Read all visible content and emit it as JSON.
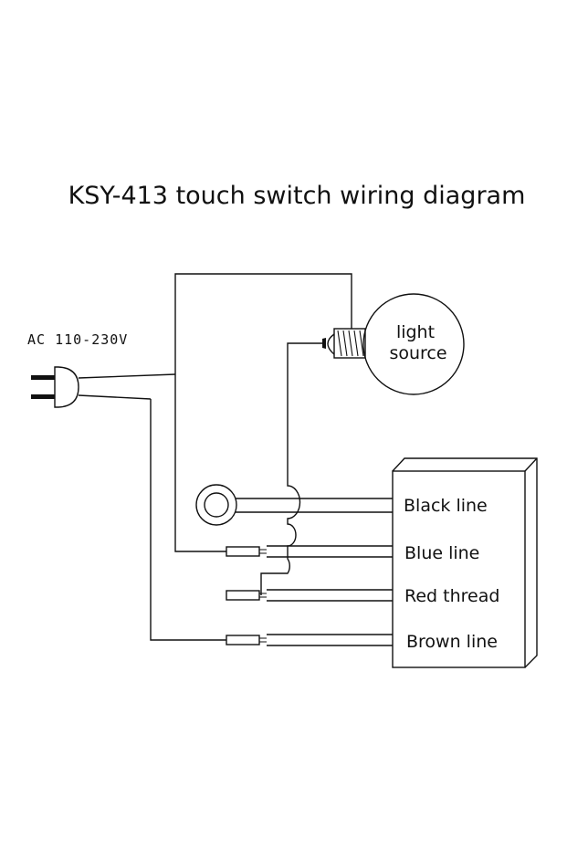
{
  "diagram": {
    "title": "KSY-413 touch switch wiring diagram",
    "power": {
      "voltage_label": "AC 110-230V"
    },
    "bulb": {
      "label_line1": "light",
      "label_line2": "source"
    },
    "module": {
      "wires": {
        "black": "Black line",
        "blue": "Blue line",
        "red": "Red thread",
        "brown": "Brown line"
      }
    }
  }
}
